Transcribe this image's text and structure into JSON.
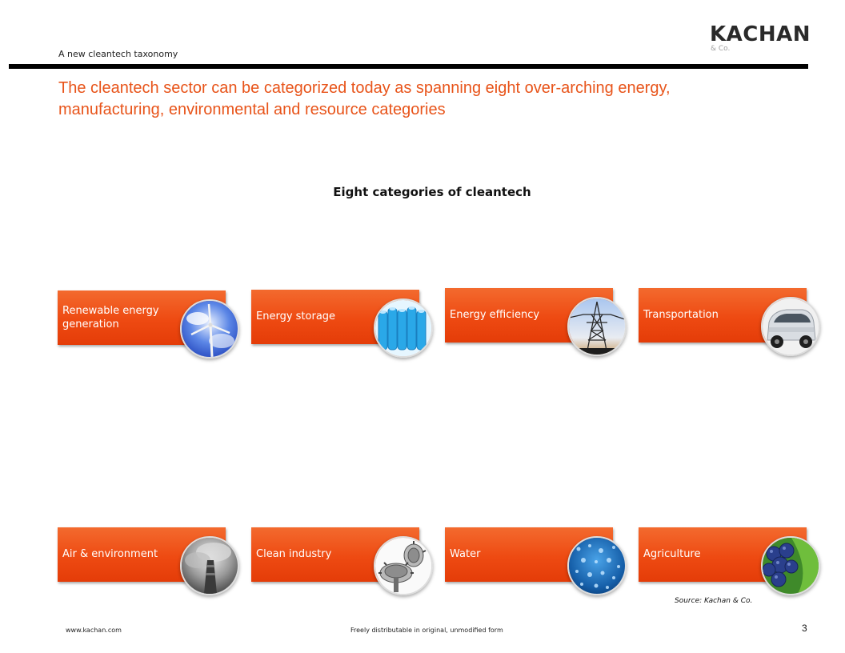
{
  "header": {
    "label": "A new cleantech taxonomy"
  },
  "logo": {
    "name": "KACHAN",
    "sub": "& Co."
  },
  "headline": "The cleantech sector can be categorized today as spanning eight over-arching energy, manufacturing, environmental and resource categories",
  "section_title": "Eight categories of cleantech",
  "categories": [
    {
      "label": "Renewable energy generation",
      "icon": "wind-turbine-icon"
    },
    {
      "label": "Energy storage",
      "icon": "battery-cells-icon"
    },
    {
      "label": "Energy efficiency",
      "icon": "power-pylon-icon"
    },
    {
      "label": "Transportation",
      "icon": "electric-car-icon"
    },
    {
      "label": "Air & environment",
      "icon": "smokestack-icon"
    },
    {
      "label": "Clean industry",
      "icon": "gears-icon"
    },
    {
      "label": "Water",
      "icon": "water-droplets-icon"
    },
    {
      "label": "Agriculture",
      "icon": "grapes-leaf-icon"
    }
  ],
  "colors": {
    "accent": "#e8541a",
    "card": "#ee4a12",
    "rule": "#000000"
  },
  "source": "Source: Kachan & Co.",
  "footer": {
    "url": "www.kachan.com",
    "notice": "Freely distributable in original, unmodified form",
    "page": "3"
  }
}
